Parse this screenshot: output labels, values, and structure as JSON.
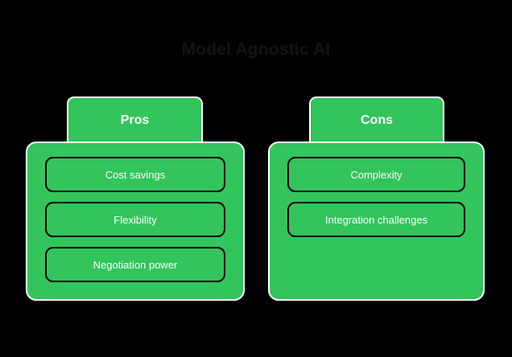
{
  "diagram": {
    "title": "Model Agnostic AI",
    "background_color": "#000000",
    "accent_color": "#33c45c",
    "border_color": "#ffffff",
    "item_border_color": "#000000",
    "text_color": "#ffffff",
    "title_color": "#141414",
    "columns": [
      {
        "id": "pros",
        "header": "Pros",
        "items": [
          {
            "label": "Cost savings"
          },
          {
            "label": "Flexibility"
          },
          {
            "label": "Negotiation power"
          }
        ]
      },
      {
        "id": "cons",
        "header": "Cons",
        "items": [
          {
            "label": "Complexity"
          },
          {
            "label": "Integration challenges"
          }
        ]
      }
    ]
  }
}
